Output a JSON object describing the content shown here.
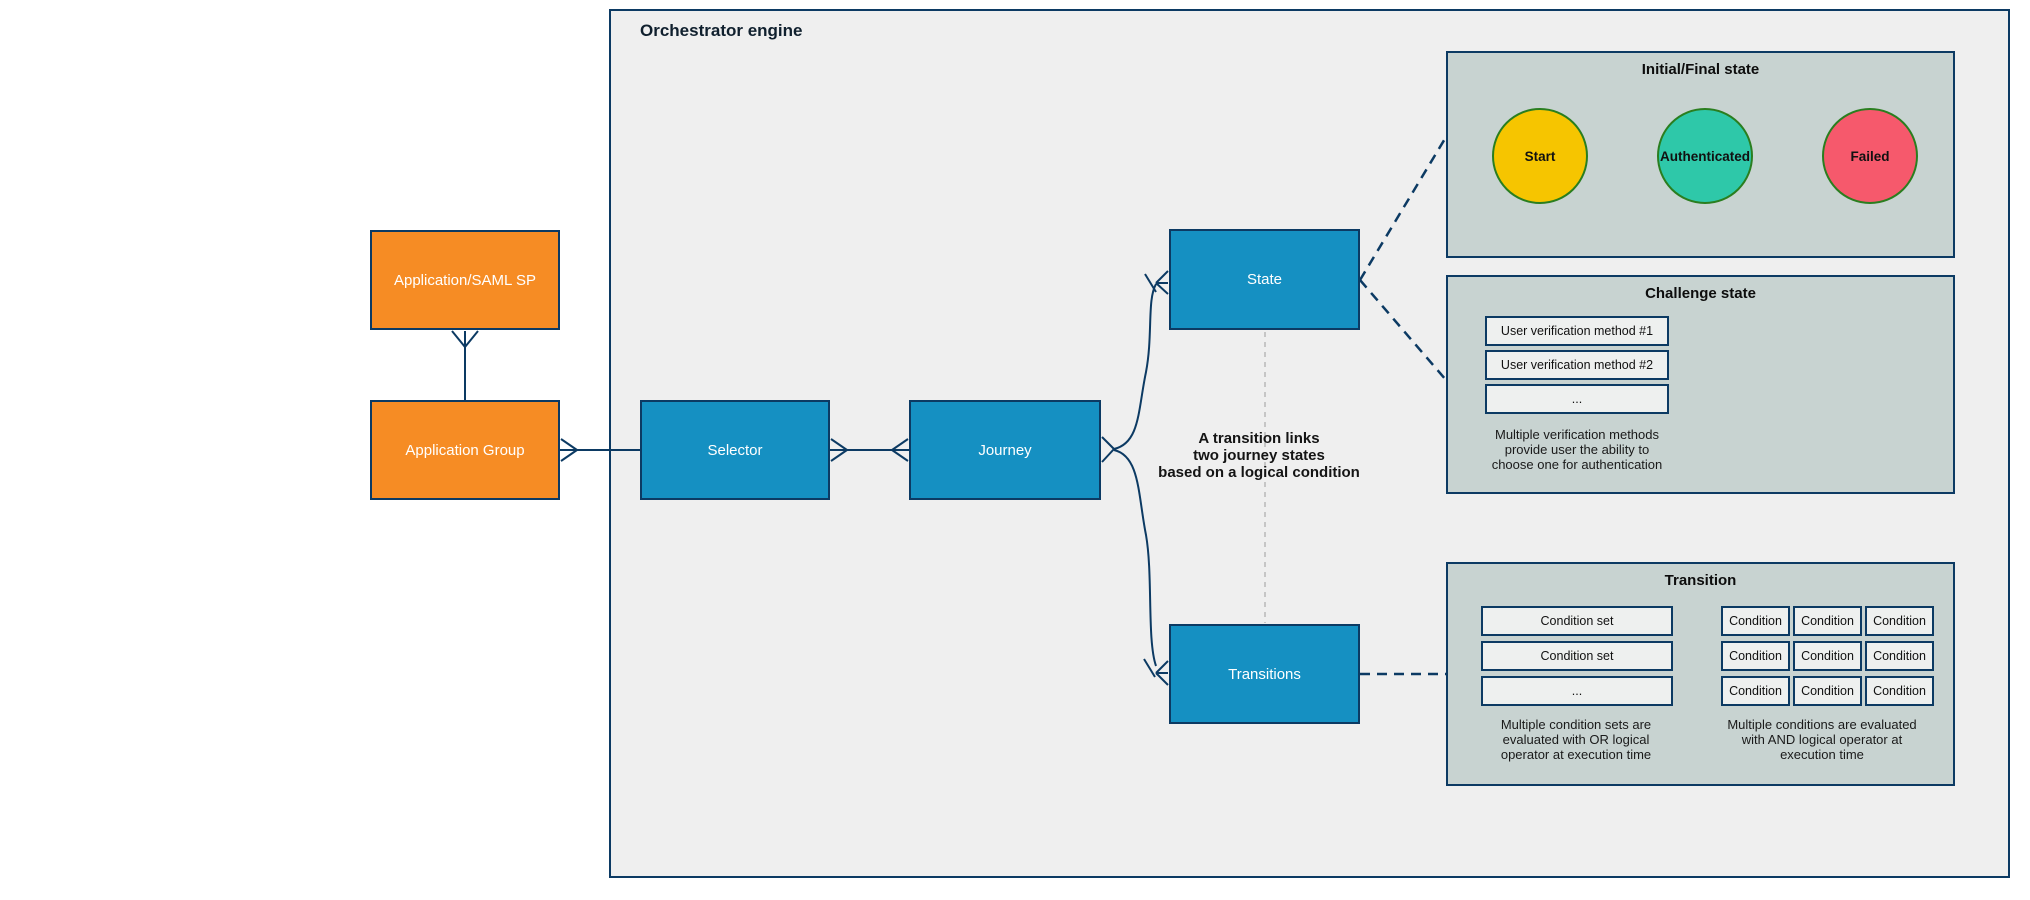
{
  "diagram": {
    "title": "Orchestrator engine",
    "external_nodes": [
      {
        "id": "app_saml",
        "label": "Application/SAML SP"
      },
      {
        "id": "app_group",
        "label": "Application Group"
      }
    ],
    "engine_nodes": [
      {
        "id": "selector",
        "label": "Selector"
      },
      {
        "id": "journey",
        "label": "Journey"
      },
      {
        "id": "state",
        "label": "State"
      },
      {
        "id": "transitions",
        "label": "Transitions"
      }
    ],
    "annotation_lines": [
      "A transition links",
      "two journey states",
      "based on a logical condition"
    ],
    "panels": {
      "initial_final": {
        "title": "Initial/Final state",
        "states": [
          {
            "label": "Start",
            "fill": "#f6c500"
          },
          {
            "label": "Authenticated",
            "fill": "#2ec8a9"
          },
          {
            "label": "Failed",
            "fill": "#f6596c"
          }
        ]
      },
      "challenge": {
        "title": "Challenge state",
        "methods": [
          "User verification method #1",
          "User verification method #2",
          "..."
        ],
        "caption_lines": [
          "Multiple verification methods",
          "provide user the ability to",
          "choose one for authentication"
        ]
      },
      "transition": {
        "title": "Transition",
        "condition_sets": [
          "Condition set",
          "Condition set",
          "..."
        ],
        "condition_grid": [
          [
            "Condition",
            "Condition",
            "Condition"
          ],
          [
            "Condition",
            "Condition",
            "Condition"
          ],
          [
            "Condition",
            "Condition",
            "Condition"
          ]
        ],
        "caption_left_lines": [
          "Multiple condition sets are",
          "evaluated with OR logical",
          "operator at execution time"
        ],
        "caption_right_lines": [
          "Multiple conditions are evaluated",
          "with AND logical operator at",
          "execution time"
        ]
      }
    },
    "colors": {
      "border_navy": "#0c3a63",
      "node_blue": "#1590c2",
      "node_orange": "#f68c24",
      "engine_bg": "#efefef",
      "panel_bg": "#c8d3d1",
      "slot_bg": "#eef0ef",
      "circle_border_green": "#2a7e1f",
      "dashed_gray": "#b9b9b9"
    }
  }
}
